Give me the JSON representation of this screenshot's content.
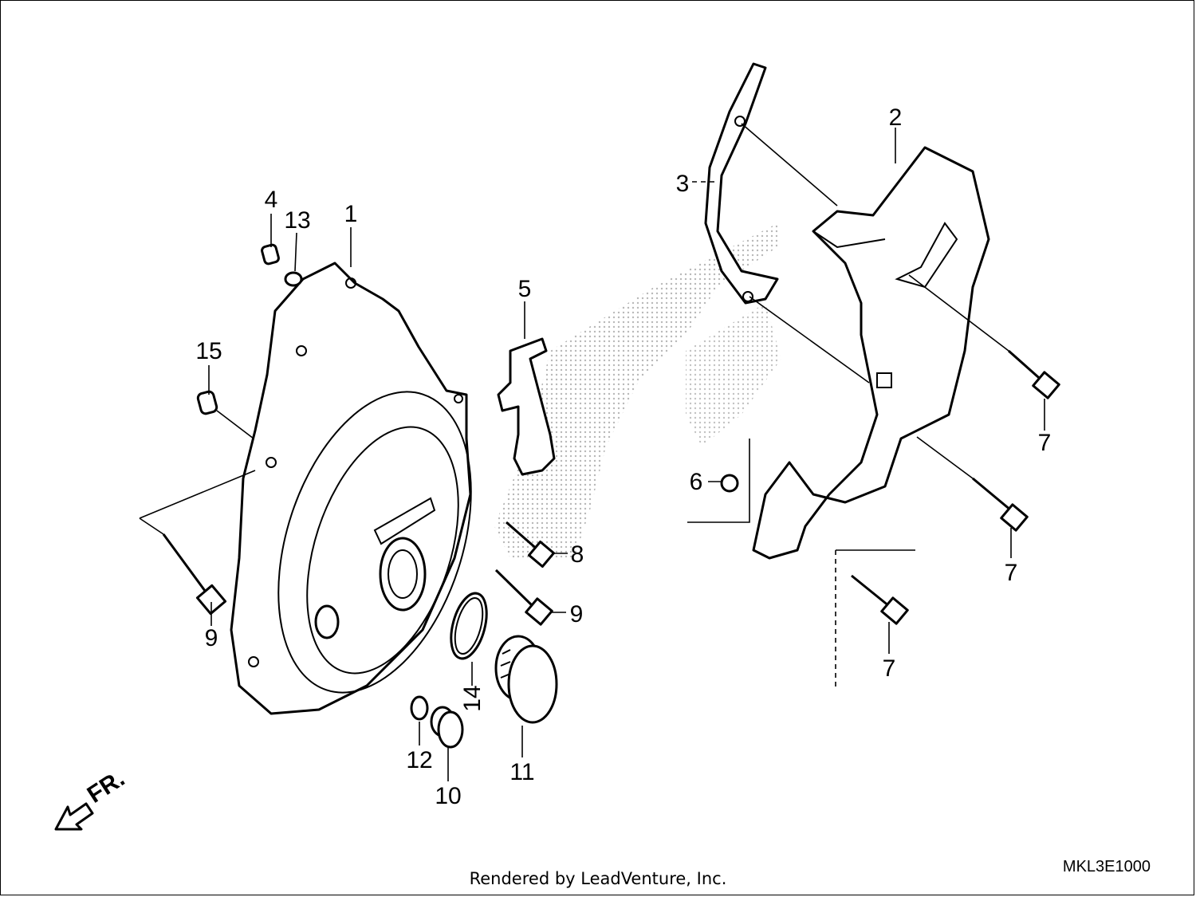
{
  "callouts": {
    "c1": "1",
    "c2": "2",
    "c3": "3",
    "c4": "4",
    "c5": "5",
    "c6": "6",
    "c7a": "7",
    "c7b": "7",
    "c7c": "7",
    "c8": "8",
    "c9a": "9",
    "c9b": "9",
    "c10": "10",
    "c11": "11",
    "c12": "12",
    "c13": "13",
    "c14": "14",
    "c15": "15"
  },
  "front_indicator": "FR.",
  "diagram_code": "MKL3E1000",
  "footer_credit": "Rendered by LeadVenture, Inc.",
  "colors": {
    "line": "#000000",
    "background": "#ffffff",
    "watermark": "#9a9a9a"
  }
}
